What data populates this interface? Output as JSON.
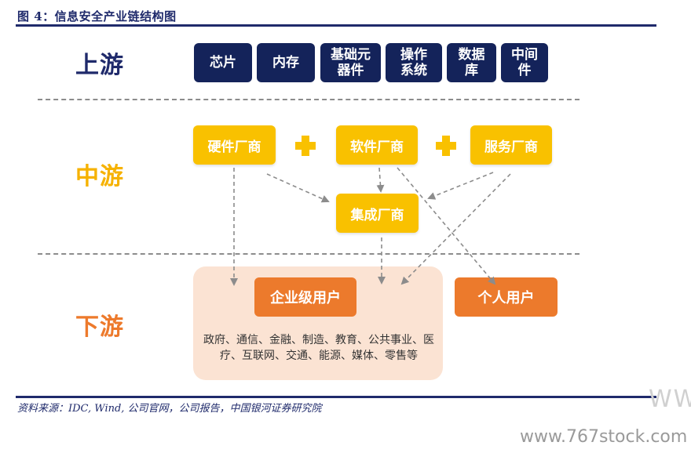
{
  "figure": {
    "title": "图 4：信息安全产业链结构图",
    "source": "资料来源：IDC, Wind, 公司官网，公司报告，中国银河证券研究院"
  },
  "tiers": {
    "upstream": "上游",
    "midstream": "中游",
    "downstream": "下游"
  },
  "upstream_items": [
    "芯片",
    "内存",
    "基础元器件",
    "操作系统",
    "数据库",
    "中间件"
  ],
  "midstream": {
    "hardware": "硬件厂商",
    "software": "软件厂商",
    "service": "服务厂商",
    "integrator": "集成厂商"
  },
  "downstream": {
    "enterprise": "企业级用户",
    "personal": "个人用户",
    "enterprise_sectors": "政府、通信、金融、制造、教育、公共事业、医疗、互联网、交通、能源、媒体、零售等"
  },
  "watermark": {
    "corner": "WW",
    "url": "www.767stock.com"
  },
  "colors": {
    "navy": "#14235a",
    "yellow": "#f9c100",
    "orange": "#ec7a2c",
    "panel": "#fbe3d3",
    "arrow": "#8c8c8c"
  }
}
